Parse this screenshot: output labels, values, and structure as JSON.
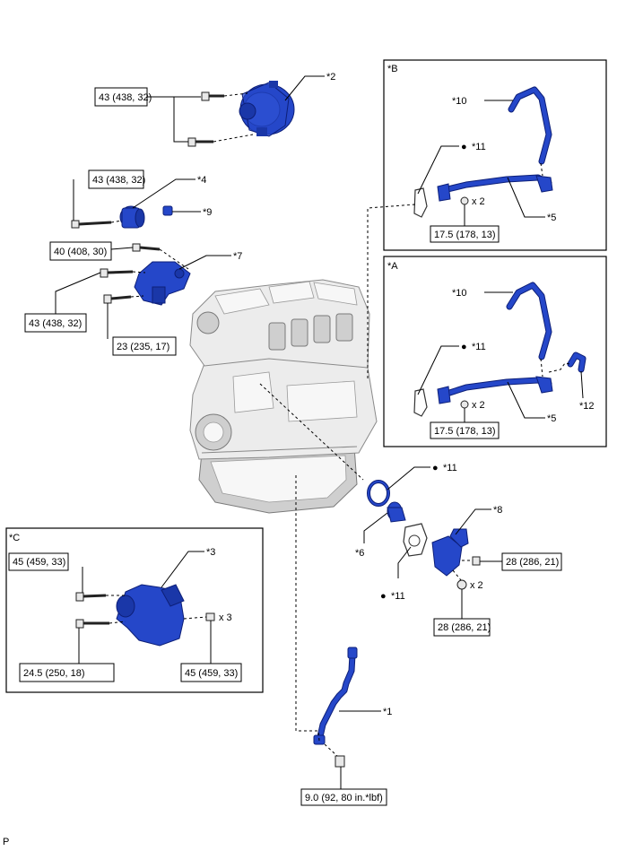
{
  "labels": {
    "p2": "*2",
    "p4": "*4",
    "p9": "*9",
    "p7": "*7",
    "p3": "*3",
    "p6": "*6",
    "p8": "*8",
    "p1": "*1",
    "p11": "*11",
    "p5": "*5",
    "p10": "*10",
    "p12": "*12",
    "dot11": "●"
  },
  "frames": {
    "A": "*A",
    "B": "*B",
    "C": "*C"
  },
  "torques": {
    "t_2": "43 (438, 32)",
    "t_4": "43 (438, 32)",
    "t_7a": "40 (408, 30)",
    "t_7b": "43 (438, 32)",
    "t_7c": "23 (235, 17)",
    "t_b": "17.5 (178, 13)",
    "t_a": "17.5 (178, 13)",
    "t_8a": "28 (286, 21)",
    "t_8b": "28 (286, 21)",
    "t_c1": "45 (459, 33)",
    "t_c2": "24.5 (250, 18)",
    "t_c3": "45 (459, 33)",
    "t_1": "9.0 (92, 80 in.*lbf)"
  },
  "multipliers": {
    "x2": "x 2",
    "x3": "x 3"
  },
  "corner": "P",
  "colors": {
    "part": "#2547c9",
    "part_edge": "#0d1f78",
    "engine": "#ececec"
  }
}
